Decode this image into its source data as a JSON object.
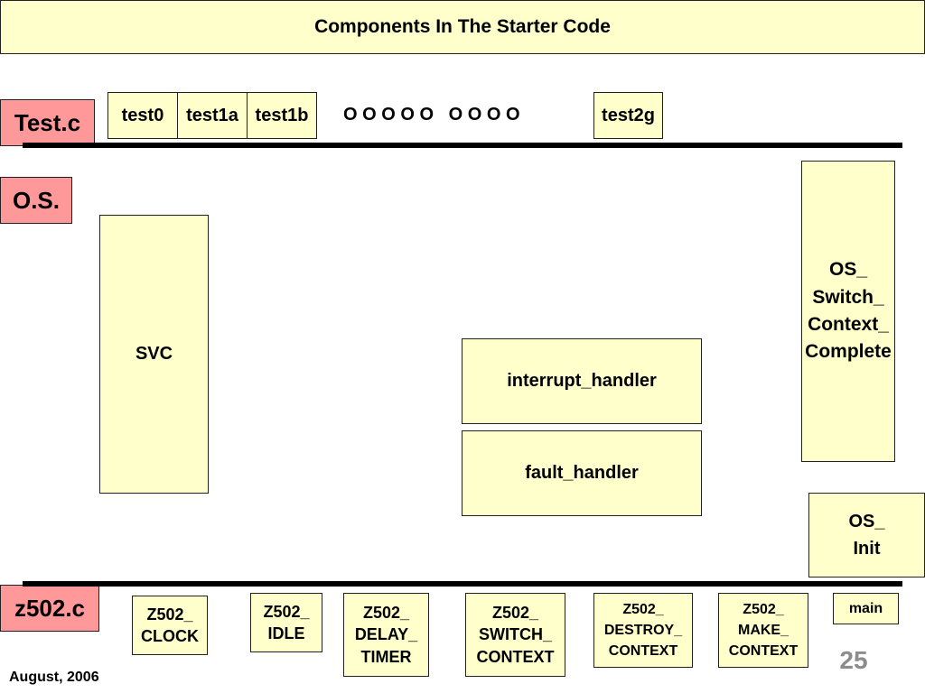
{
  "title": "Components In The Starter Code",
  "layers": {
    "test": "Test.c",
    "os": "O.S.",
    "z502": "z502.c"
  },
  "tests": {
    "items": [
      "test0",
      "test1a",
      "test1b"
    ],
    "ellipsis": "O O O O O   O O O O",
    "last": "test2g"
  },
  "os_components": {
    "svc": "SVC",
    "interrupt_handler": "interrupt_handler",
    "fault_handler": "fault_handler",
    "switch_context_complete": "OS_\nSwitch_\nContext_\nComplete",
    "init": "OS_\nInit"
  },
  "z502_components": {
    "clock": "Z502_\nCLOCK",
    "idle": "Z502_\nIDLE",
    "delay_timer": "Z502_\nDELAY_\nTIMER",
    "switch_context": "Z502_\nSWITCH_\nCONTEXT",
    "destroy_context": "Z502_\nDESTROY_\nCONTEXT",
    "make_context": "Z502_\nMAKE_\nCONTEXT",
    "main": "main"
  },
  "footer": {
    "date": "August, 2006",
    "page": "25"
  }
}
